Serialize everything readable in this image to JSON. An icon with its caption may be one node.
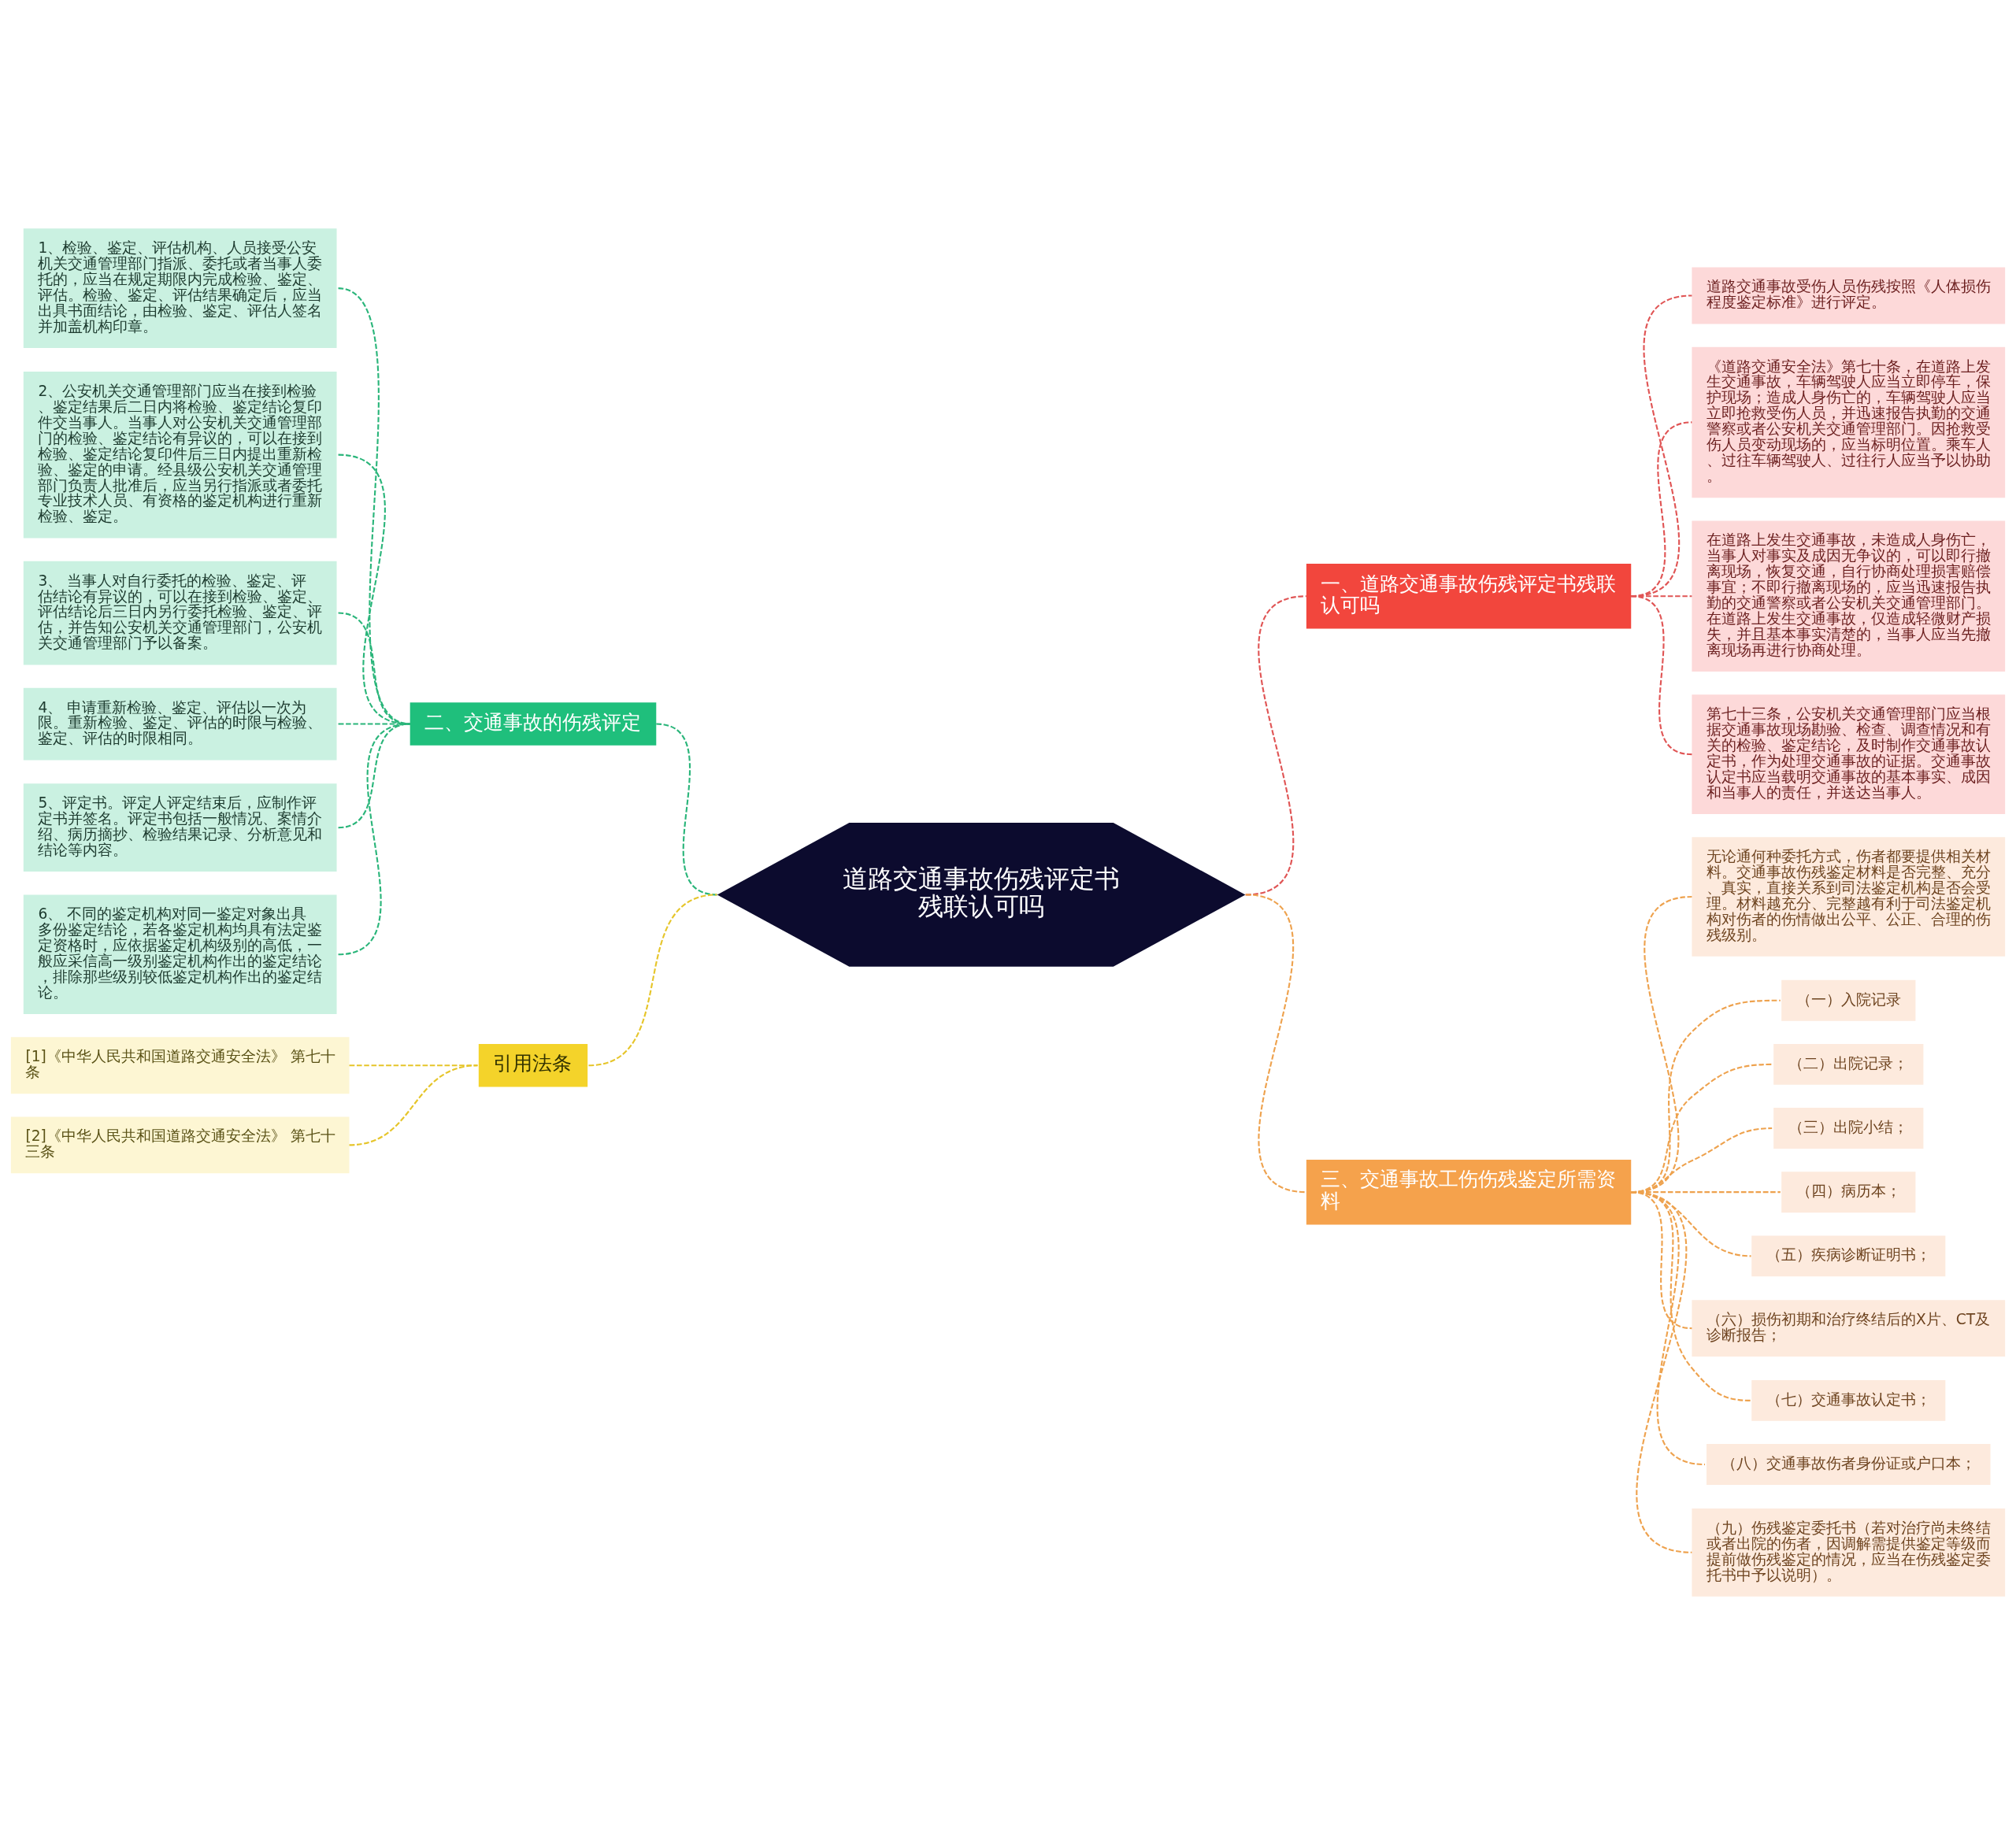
{
  "diagram": {
    "nodes": [
      {
        "text": [
          "道路交通事故伤残评定书残联认可吗"
        ]
      },
      {
        "text": [
          "一、道路交通事故伤残评定书残联认可吗"
        ]
      },
      {
        "text": [
          "道路交通事故受伤人员伤残按照《人体损伤程度鉴定标准》进行评定。"
        ]
      },
      {
        "text": [
          "《道路交通安全法》第七十条，在道路上发生交通事故，车辆驾驶人应当立即停车，保护现场；造成人身伤亡的，车辆驾驶人应当立即抢救受伤人员，并迅速报告执勤的交通警察或者公安机关交通管理部门。因抢救受伤人员变动现场的，应当标明位置。乘车人、过往车辆驾驶人、过往行人应当予以协助。"
        ]
      },
      {
        "text": [
          "在道路上发生交通事故，未造成人身伤亡，当事人对事实及成因无争议的，可以即行撤离现场，恢复交通，自行协商处理损害赔偿事宜；不即行撤离现场的，应当迅速报告执勤的交通警察或者公安机关交通管理部门。在道路上发生交通事故，仅造成轻微财产损失，并且基本事实清楚的，当事人应当先撤离现场再进行协商处理。"
        ]
      },
      {
        "text": [
          "第七十三条，公安机关交通管理部门应当根据交通事故现场勘验、检查、调查情况和有关的检验、鉴定结论，及时制作交通事故认定书，作为处理交通事故的证据。交通事故认定书应当载明交通事故的基本事实、成因和当事人的责任，并送达当事人。"
        ]
      },
      {
        "text": [
          "二、交通事故的伤残评定"
        ]
      },
      {
        "text": [
          "1、检验、鉴定、评估机构、人员接受公安机关交通管理部门指派、委托或者当事人委托的，应当在规定期限内完成检验、鉴定、评估。检验、鉴定、评估结果确定后，应当出具书面结论，由检验、鉴定、评估人签名并加盖机构印章。"
        ]
      },
      {
        "text": [
          "2、公安机关交通管理部门应当在接到检验、鉴定结果后二日内将检验、鉴定结论复印件交当事人。当事人对公安机关交通管理部门的检验、鉴定结论有异议的，可以在接到检验、鉴定结论复印件后三日内提出重新检验、鉴定的申请。经县级公安机关交通管理部门负责人批准后，应当另行指派或者委托专业技术人员、有资格的鉴定机构进行重新检验、鉴定。"
        ]
      },
      {
        "text": [
          "3、 当事人对自行委托的检验、鉴定、评估结论有异议的，可以在接到检验、鉴定、评估结论后三日内另行委托检验、鉴定、评估，并告知公安机关交通管理部门，公安机关交通管理部门予以备案。"
        ]
      },
      {
        "text": [
          "4、 申请重新检验、鉴定、评估以一次为限。重新检验、鉴定、评估的时限与检验、鉴定、评估的时限相同。"
        ]
      },
      {
        "text": [
          "5、评定书。评定人评定结束后，应制作评定书并签名。评定书包括一般情况、案情介绍、病历摘抄、检验结果记录、分析意见和结论等内容。"
        ]
      },
      {
        "text": [
          "6、 不同的鉴定机构对同一鉴定对象出具多份鉴定结论，若各鉴定机构均具有法定鉴定资格时，应依据鉴定机构级别的高低，一般应采信高一级别鉴定机构作出的鉴定结论，排除那些级别较低鉴定机构作出的鉴定结论。"
        ]
      },
      {
        "text": [
          "三、交通事故工伤伤残鉴定所需资料"
        ]
      },
      {
        "text": [
          "无论通何种委托方式，伤者都要提供相关材料。交通事故伤残鉴定材料是否完整、充分、真实，直接关系到司法鉴定机构是否会受理。材料越充分、完整越有利于司法鉴定机构对伤者的伤情做出公平、公正、合理的伤残级别。"
        ]
      },
      {
        "text": [
          "（一）入院记录"
        ]
      },
      {
        "text": [
          "（二）出院记录；"
        ]
      },
      {
        "text": [
          "（三）出院小结；"
        ]
      },
      {
        "text": [
          "（四）病历本；"
        ]
      },
      {
        "text": [
          "（五）疾病诊断证明书；"
        ]
      },
      {
        "text": [
          "（六）损伤初期和治疗终结后的X片、CT及诊断报告；"
        ]
      },
      {
        "text": [
          "（七）交通事故认定书；"
        ]
      },
      {
        "text": [
          "（八）交通事故伤者身份证或户口本；"
        ]
      },
      {
        "text": [
          "（九）伤残鉴定委托书（若对治疗尚未终结或者出院的伤者，因调解需提供鉴定等级而提前做伤残鉴定的情况，应当在伤残鉴定委托书中予以说明）。"
        ]
      },
      {
        "text": [
          "引用法条"
        ]
      },
      {
        "text": [
          "[1]《中华人民共和国道路交通安全法》 第七十条"
        ]
      },
      {
        "text": [
          "[2]《中华人民共和国道路交通安全法》 第七十三条"
        ]
      }
    ],
    "edges": [
      {
        "from": 0,
        "to": 1,
        "arrow": "none",
        "style": "dashed",
        "color": "#e05555"
      },
      {
        "from": 1,
        "to": 2,
        "arrow": "none",
        "style": "dashed",
        "color": "#e05555"
      },
      {
        "from": 1,
        "to": 3,
        "arrow": "none",
        "style": "dashed",
        "color": "#e05555"
      },
      {
        "from": 1,
        "to": 4,
        "arrow": "none",
        "style": "dashed",
        "color": "#e05555"
      },
      {
        "from": 1,
        "to": 5,
        "arrow": "none",
        "style": "dashed",
        "color": "#e05555"
      },
      {
        "from": 7,
        "to": 6,
        "arrow": "none",
        "style": "dashed",
        "color": "#2ab57a"
      },
      {
        "from": 8,
        "to": 6,
        "arrow": "none",
        "style": "dashed",
        "color": "#2ab57a"
      },
      {
        "from": 9,
        "to": 6,
        "arrow": "none",
        "style": "dashed",
        "color": "#2ab57a"
      },
      {
        "from": 10,
        "to": 6,
        "arrow": "none",
        "style": "dashed",
        "color": "#2ab57a"
      },
      {
        "from": 11,
        "to": 6,
        "arrow": "none",
        "style": "dashed",
        "color": "#2ab57a"
      },
      {
        "from": 12,
        "to": 6,
        "arrow": "none",
        "style": "dashed",
        "color": "#2ab57a"
      },
      {
        "from": 6,
        "to": 0,
        "arrow": "none",
        "style": "dashed",
        "color": "#2ab57a"
      },
      {
        "from": 0,
        "to": 13,
        "arrow": "none",
        "style": "dashed"
      },
      {
        "from": 13,
        "to": 14,
        "arrow": "none",
        "style": "dashed"
      },
      {
        "from": 13,
        "to": 15,
        "arrow": "none",
        "style": "dashed"
      },
      {
        "from": 13,
        "to": 16,
        "arrow": "none",
        "style": "dashed"
      },
      {
        "from": 13,
        "to": 17,
        "arrow": "none",
        "style": "dashed"
      },
      {
        "from": 13,
        "to": 18,
        "arrow": "none",
        "style": "dashed"
      },
      {
        "from": 13,
        "to": 19,
        "arrow": "none",
        "style": "dashed"
      },
      {
        "from": 13,
        "to": 20,
        "arrow": "none",
        "style": "dashed"
      },
      {
        "from": 13,
        "to": 21,
        "arrow": "none",
        "style": "dashed"
      },
      {
        "from": 13,
        "to": 22,
        "arrow": "none",
        "style": "dashed"
      },
      {
        "from": 13,
        "to": 23,
        "arrow": "none",
        "style": "dashed"
      },
      {
        "from": 25,
        "to": 24,
        "arrow": "none",
        "style": "dashed",
        "color": "#e6c52a"
      },
      {
        "from": 26,
        "to": 24,
        "arrow": "none",
        "style": "dashed",
        "color": "#e6c52a"
      },
      {
        "from": 24,
        "to": 0,
        "arrow": "none",
        "style": "dashed",
        "color": "#e6c52a"
      }
    ]
  }
}
